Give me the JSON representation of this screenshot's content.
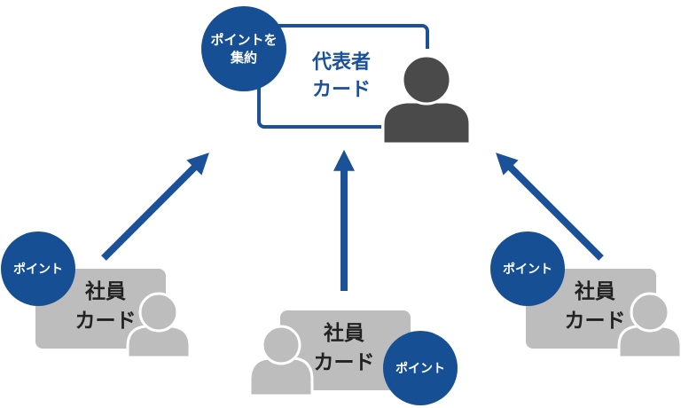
{
  "colors": {
    "accent": "#1a5199",
    "badge": "#174f94",
    "card_gray": "#bdbdbd",
    "rep_person": "#4a4a4a",
    "emp_person": "#bdbdbd"
  },
  "representative": {
    "badge_line1": "ポイントを",
    "badge_line2": "集約",
    "card_line1": "代表者",
    "card_line2": "カード",
    "icon": "person-icon"
  },
  "employees": [
    {
      "card_line1": "社員",
      "card_line2": "カード",
      "badge": "ポイント",
      "icon": "person-icon"
    },
    {
      "card_line1": "社員",
      "card_line2": "カード",
      "badge": "ポイント",
      "icon": "person-icon"
    },
    {
      "card_line1": "社員",
      "card_line2": "カード",
      "badge": "ポイント",
      "icon": "person-icon"
    }
  ],
  "arrows": [
    {
      "from": "employee-left",
      "to": "representative"
    },
    {
      "from": "employee-center",
      "to": "representative"
    },
    {
      "from": "employee-right",
      "to": "representative"
    }
  ]
}
